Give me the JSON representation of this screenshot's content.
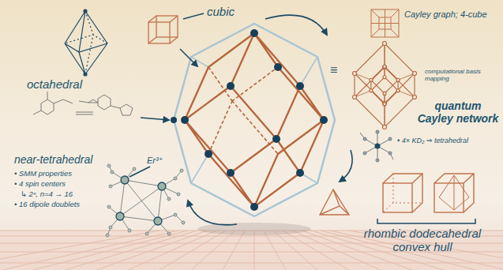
{
  "diagram": {
    "labels": [
      "cubic",
      "octahedral",
      "Cayley graph; 4-cube",
      "computational basis mapping",
      "quantum Cayley network",
      "≡",
      "near-tetrahedral",
      "Er³⁺",
      "• SMM properties",
      "• 4 spin centers",
      "↳ 2ⁿ, n=4 → 16",
      "• 16 dipole doublets",
      "• 4× KD₂ ⇒ tetrahedral",
      "rhombic dodecahedral convex hull"
    ]
  }
}
